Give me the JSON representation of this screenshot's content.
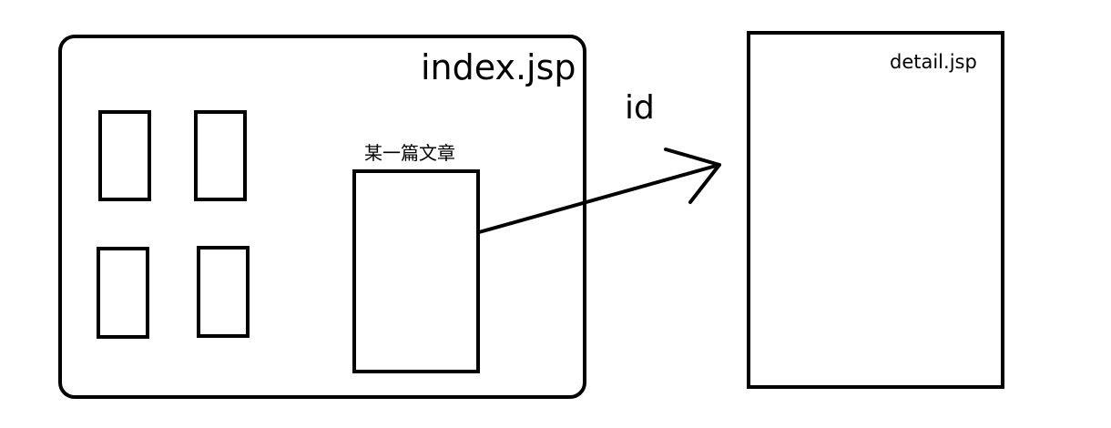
{
  "index_page": {
    "label": "index.jsp"
  },
  "article": {
    "label": "某一篇文章"
  },
  "link": {
    "label": "id"
  },
  "detail_page": {
    "label": "detail.jsp"
  },
  "colors": {
    "stroke": "#000000",
    "background": "#ffffff"
  }
}
